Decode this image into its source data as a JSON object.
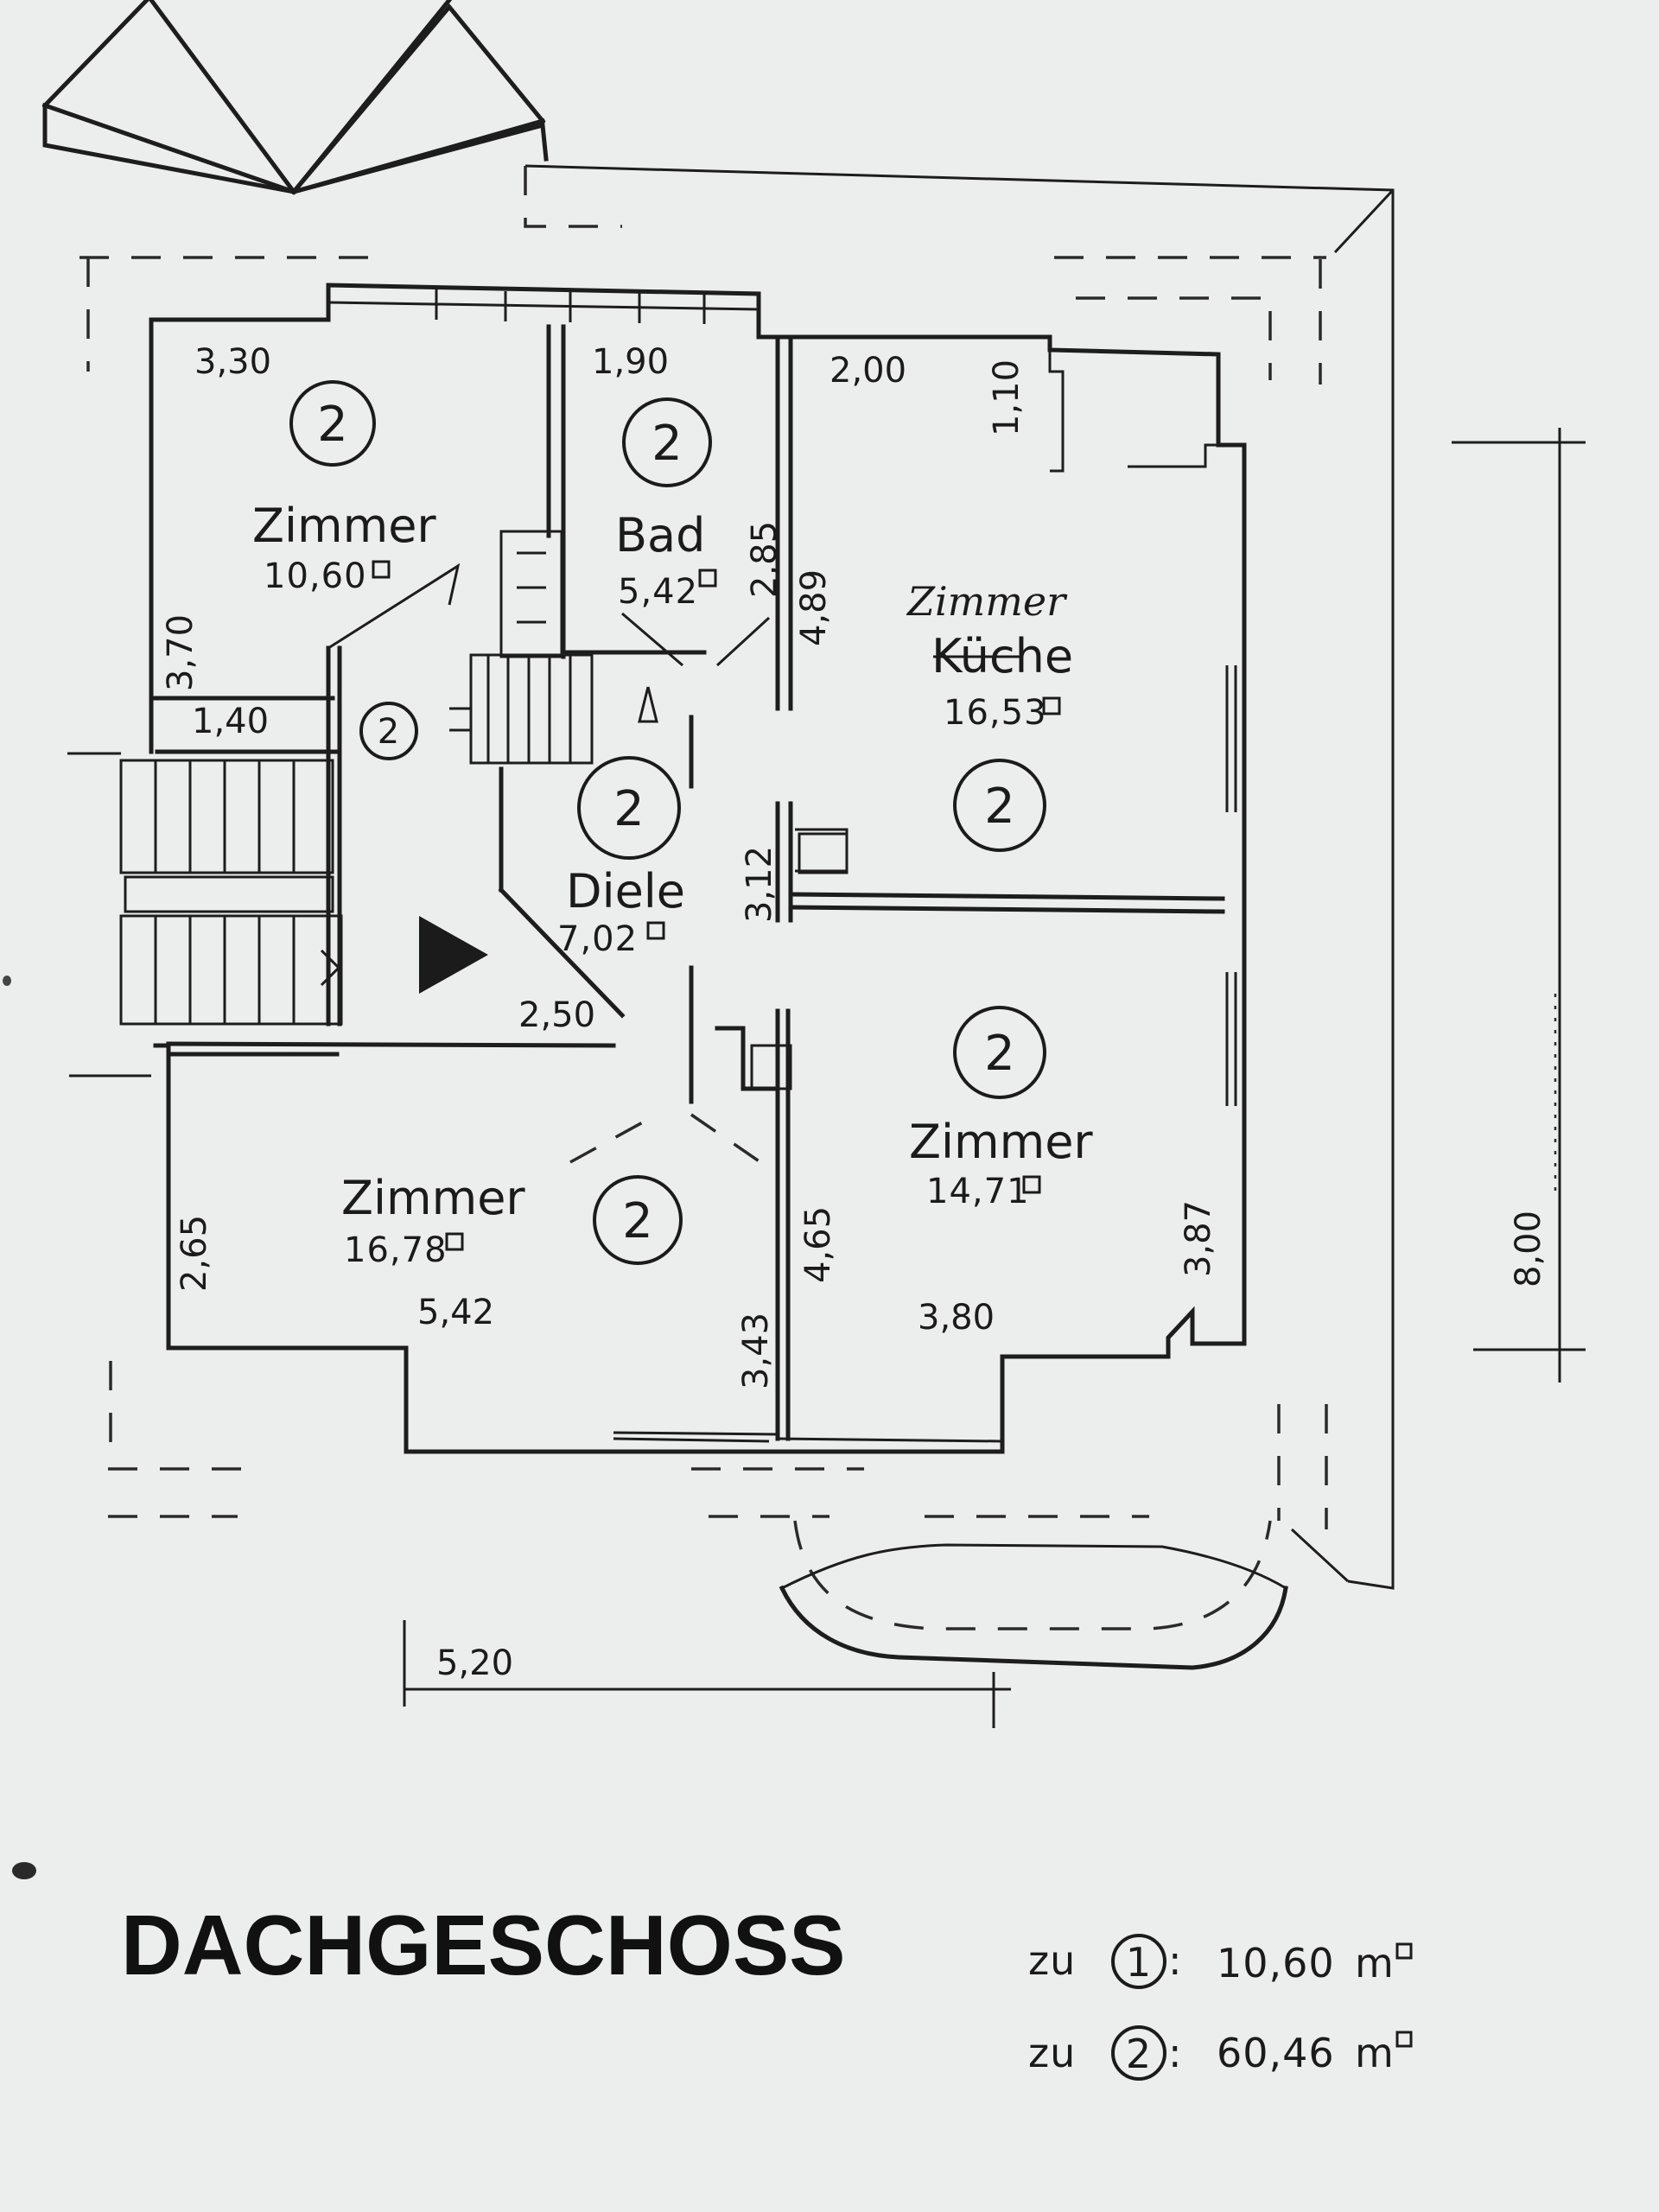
{
  "title": "DACHGESCHOSS",
  "rooms": [
    {
      "name": "Zimmer",
      "area": "10,60",
      "unit": "qm-symbol",
      "group": "2",
      "id": "zimmer-nw"
    },
    {
      "name": "Bad",
      "area": "5,42",
      "unit": "qm-symbol",
      "group": "2",
      "id": "bad"
    },
    {
      "name": "Küche",
      "name_handwritten": "Zimmer",
      "area": "16,53",
      "unit": "qm-symbol",
      "group": "2",
      "id": "kueche"
    },
    {
      "name": "Diele",
      "area": "7,02",
      "unit": "qm-symbol",
      "group": "2",
      "id": "diele"
    },
    {
      "name": "Zimmer",
      "area": "14,71",
      "unit": "qm-symbol",
      "group": "2",
      "id": "zimmer-se"
    },
    {
      "name": "Zimmer",
      "area": "16,78",
      "unit": "qm-symbol",
      "group": "2",
      "id": "zimmer-sw"
    }
  ],
  "extra_markers": [
    "2"
  ],
  "dimensions": {
    "top_left": "3,30",
    "top_bad": "1,90",
    "top_kueche": "2,00",
    "kueche_niche": "1,10",
    "bad_height": "2,85",
    "kueche_height": "4,89",
    "zimmer_nw_height": "3,70",
    "zimmer_nw_bottom": "1,40",
    "kueche_lower": "3,12",
    "diele_bottom": "2,50",
    "sw_height": "2,65",
    "sw_width": "5,42",
    "sw_right_height": "3,43",
    "se_left_height": "4,65",
    "se_width": "3,80",
    "se_right_height": "3,87",
    "overall_width": "5,20",
    "overall_height": "8,00"
  },
  "summary": [
    {
      "prefix": "zu",
      "group": "1",
      "value": "10,60",
      "unit": "m"
    },
    {
      "prefix": "zu",
      "group": "2",
      "value": "60,46",
      "unit": "m"
    }
  ],
  "colors": {
    "paper": "#eceeed",
    "ink": "#1b1b1b"
  }
}
